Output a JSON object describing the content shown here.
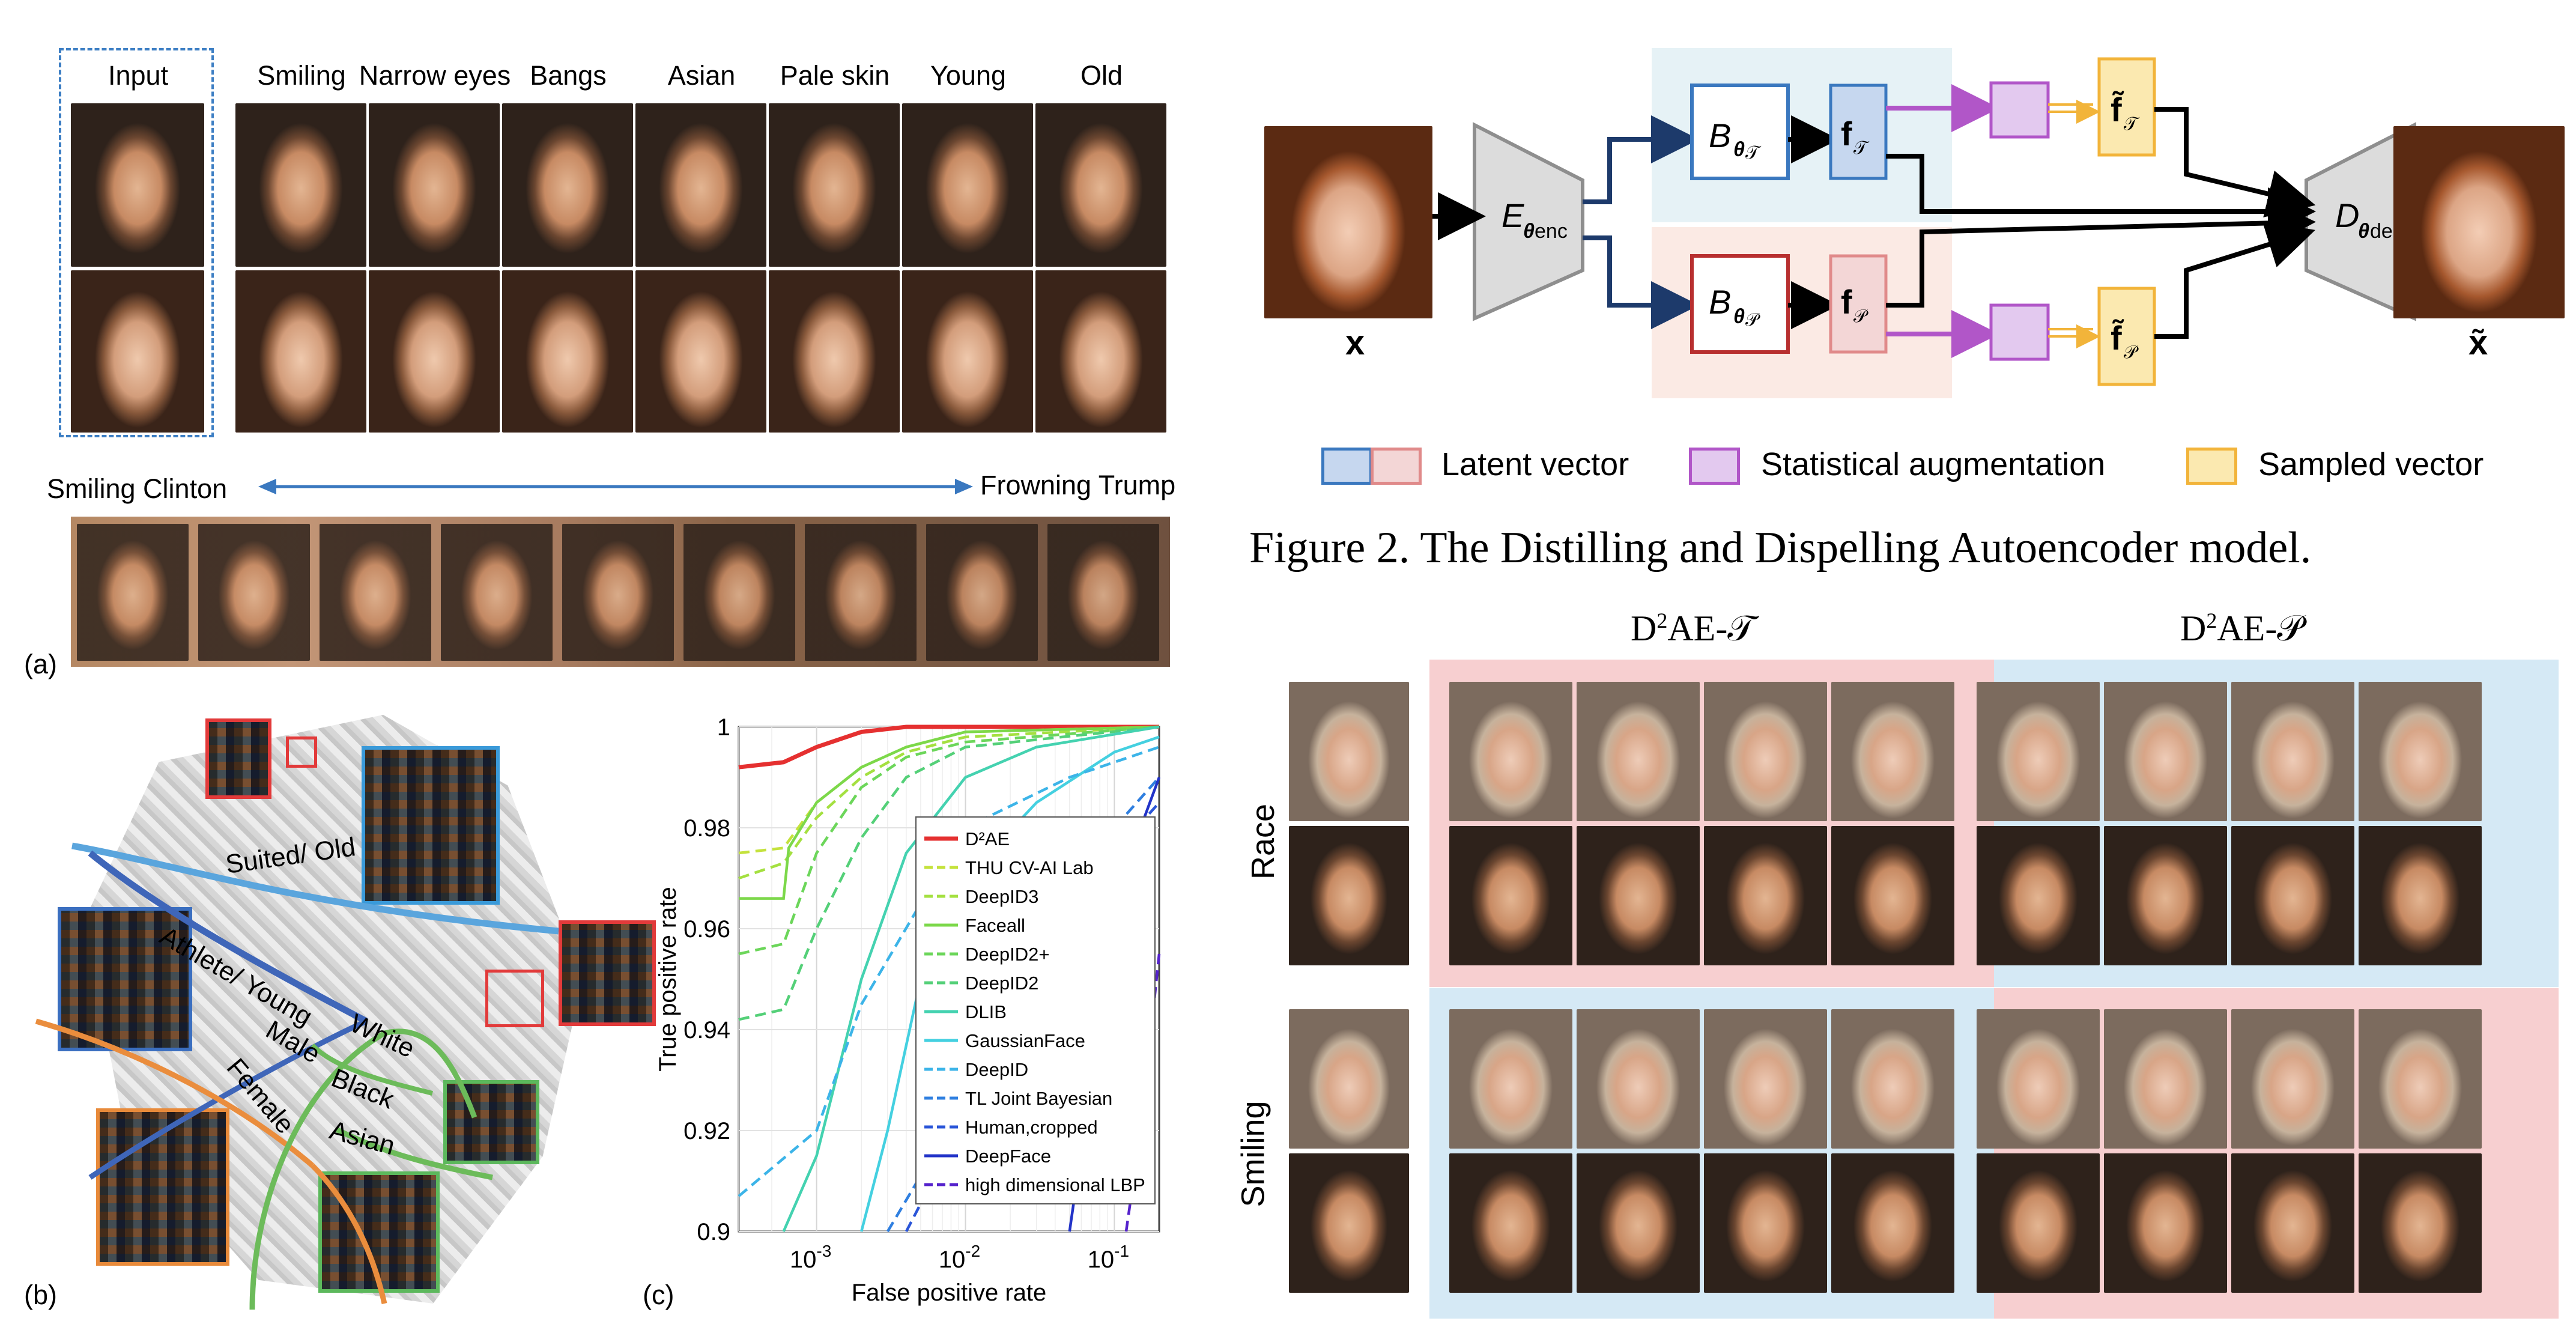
{
  "panel_a": {
    "input_label": "Input",
    "attributes": [
      "Smiling",
      "Narrow eyes",
      "Bangs",
      "Asian",
      "Pale skin",
      "Young",
      "Old"
    ],
    "morph_left": "Smiling Clinton",
    "morph_right": "Frowning Trump",
    "tag": "(a)"
  },
  "panel_b": {
    "tag": "(b)",
    "cluster_labels": [
      "Suited/ Old",
      "Athlete/ Young",
      "Male",
      "Female",
      "White",
      "Black",
      "Asian"
    ]
  },
  "panel_c": {
    "tag": "(c)",
    "chart_data": {
      "type": "line",
      "xlabel": "False positive rate",
      "ylabel": "True positive rate",
      "x_scale": "log",
      "xlim": [
        0.0003,
        0.2
      ],
      "ylim": [
        0.9,
        1.0
      ],
      "x_ticks": [
        "10^-3",
        "10^-2",
        "10^-1"
      ],
      "y_ticks": [
        "0.9",
        "0.92",
        "0.94",
        "0.96",
        "0.98",
        "1"
      ],
      "grid": true,
      "legend_position": "bottom-right",
      "series": [
        {
          "name": "D²AE",
          "color": "#e53030",
          "style": "solid",
          "x": [
            0.0003,
            0.0006,
            0.001,
            0.002,
            0.004,
            0.01,
            0.2
          ],
          "y": [
            0.992,
            0.993,
            0.996,
            0.999,
            1.0,
            1.0,
            1.0
          ]
        },
        {
          "name": "THU CV-AI Lab",
          "color": "#c4e23c",
          "style": "dashed",
          "x": [
            0.0003,
            0.0006,
            0.001,
            0.002,
            0.004,
            0.01,
            0.2
          ],
          "y": [
            0.975,
            0.976,
            0.985,
            0.992,
            0.996,
            0.999,
            1.0
          ]
        },
        {
          "name": "DeepID3",
          "color": "#a4e040",
          "style": "dashed",
          "x": [
            0.0003,
            0.0006,
            0.001,
            0.002,
            0.004,
            0.01,
            0.2
          ],
          "y": [
            0.97,
            0.973,
            0.982,
            0.99,
            0.995,
            0.998,
            1.0
          ]
        },
        {
          "name": "Faceall",
          "color": "#7cd84a",
          "style": "solid",
          "x": [
            0.0003,
            0.0006,
            0.00065,
            0.001,
            0.002,
            0.004,
            0.01,
            0.2
          ],
          "y": [
            0.966,
            0.966,
            0.976,
            0.985,
            0.992,
            0.996,
            0.999,
            1.0
          ]
        },
        {
          "name": "DeepID2+",
          "color": "#6cd65a",
          "style": "dashed",
          "x": [
            0.0003,
            0.0006,
            0.001,
            0.002,
            0.004,
            0.01,
            0.2
          ],
          "y": [
            0.955,
            0.957,
            0.975,
            0.988,
            0.994,
            0.997,
            1.0
          ]
        },
        {
          "name": "DeepID2",
          "color": "#54d078",
          "style": "dashed",
          "x": [
            0.0003,
            0.0006,
            0.001,
            0.002,
            0.004,
            0.01,
            0.2
          ],
          "y": [
            0.942,
            0.944,
            0.96,
            0.978,
            0.99,
            0.996,
            1.0
          ]
        },
        {
          "name": "DLIB",
          "color": "#44d2b0",
          "style": "solid",
          "x": [
            0.0006,
            0.001,
            0.002,
            0.004,
            0.01,
            0.03,
            0.2
          ],
          "y": [
            0.9,
            0.915,
            0.95,
            0.975,
            0.99,
            0.996,
            1.0
          ]
        },
        {
          "name": "GaussianFace",
          "color": "#44d0e0",
          "style": "solid",
          "x": [
            0.002,
            0.003,
            0.005,
            0.01,
            0.03,
            0.1,
            0.2
          ],
          "y": [
            0.9,
            0.92,
            0.95,
            0.97,
            0.985,
            0.995,
            0.998
          ]
        },
        {
          "name": "DeepID",
          "color": "#3cb4e8",
          "style": "dashed",
          "x": [
            0.0003,
            0.001,
            0.002,
            0.005,
            0.01,
            0.05,
            0.2
          ],
          "y": [
            0.907,
            0.92,
            0.945,
            0.965,
            0.98,
            0.99,
            0.996
          ]
        },
        {
          "name": "TL Joint Bayesian",
          "color": "#2f7fe0",
          "style": "dashed",
          "x": [
            0.003,
            0.006,
            0.01,
            0.03,
            0.1,
            0.2
          ],
          "y": [
            0.9,
            0.915,
            0.94,
            0.96,
            0.98,
            0.99
          ]
        },
        {
          "name": "Human,cropped",
          "color": "#2a55d8",
          "style": "dashed",
          "x": [
            0.004,
            0.006,
            0.01,
            0.03,
            0.1,
            0.2
          ],
          "y": [
            0.9,
            0.91,
            0.93,
            0.955,
            0.975,
            0.985
          ]
        },
        {
          "name": "DeepFace",
          "color": "#2233c8",
          "style": "solid",
          "x": [
            0.05,
            0.07,
            0.1,
            0.15,
            0.2
          ],
          "y": [
            0.9,
            0.93,
            0.96,
            0.98,
            0.99
          ]
        },
        {
          "name": "high dimensional LBP",
          "color": "#5522cc",
          "style": "dashed",
          "x": [
            0.12,
            0.15,
            0.2
          ],
          "y": [
            0.9,
            0.92,
            0.955
          ]
        }
      ]
    }
  },
  "figure2": {
    "caption": "Figure 2. The Distilling and Dispelling Autoencoder model.",
    "encoder": "E",
    "encoder_sub": "θ",
    "encoder_sub2": "enc",
    "decoder": "D",
    "decoder_sub": "θ",
    "decoder_sub2": "dec",
    "branch_t": "B",
    "branch_t_sub": "θ",
    "branch_t_sub2": "𝒯",
    "branch_p": "B",
    "branch_p_sub": "θ",
    "branch_p_sub2": "𝒫",
    "feat_t": "f",
    "feat_t_sub": "𝒯",
    "feat_p": "f",
    "feat_p_sub": "𝒫",
    "samp_t": "f̃",
    "samp_t_sub": "𝒯",
    "samp_p": "f̃",
    "samp_p_sub": "𝒫",
    "input_x": "x",
    "output_x": "x̃",
    "legend": [
      "Latent vector",
      "Statistical augmentation",
      "Sampled vector"
    ],
    "colors": {
      "latent_blue": "#c6d7ef",
      "latent_red": "#f3d6d6",
      "aug": "#e3c9ef",
      "sampled": "#fbe9b0"
    }
  },
  "panel_d": {
    "col_t": "D",
    "col_t_sup": "2",
    "col_t_rest": "AE-𝒯",
    "col_p": "D",
    "col_p_sup": "2",
    "col_p_rest": "AE-𝒫",
    "row_race": "Race",
    "row_smiling": "Smiling"
  }
}
